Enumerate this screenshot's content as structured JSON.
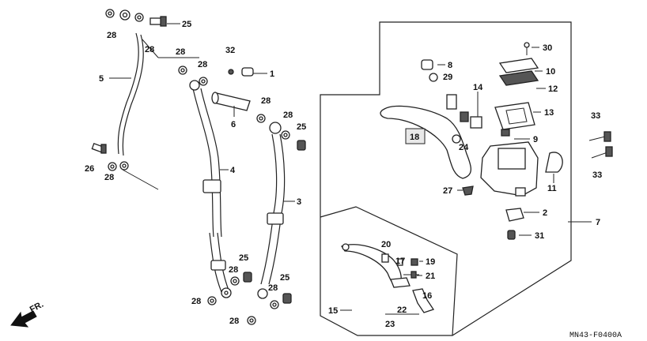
{
  "diagram": {
    "code": "MN43-F0400A",
    "direction": "FR.",
    "labels": {
      "p1": "1",
      "p2": "2",
      "p3": "3",
      "p4": "4",
      "p5": "5",
      "p6": "6",
      "p7": "7",
      "p8": "8",
      "p9": "9",
      "p10": "10",
      "p11": "11",
      "p12": "12",
      "p13": "13",
      "p14": "14",
      "p15": "15",
      "p16": "16",
      "p17": "17",
      "p18": "18",
      "p19": "19",
      "p20": "20",
      "p21": "21",
      "p22": "22",
      "p23": "23",
      "p24": "24",
      "p25": "25",
      "p26": "26",
      "p27": "27",
      "p28": "28",
      "p29": "29",
      "p30": "30",
      "p31": "31",
      "p32": "32",
      "p33": "33"
    }
  }
}
